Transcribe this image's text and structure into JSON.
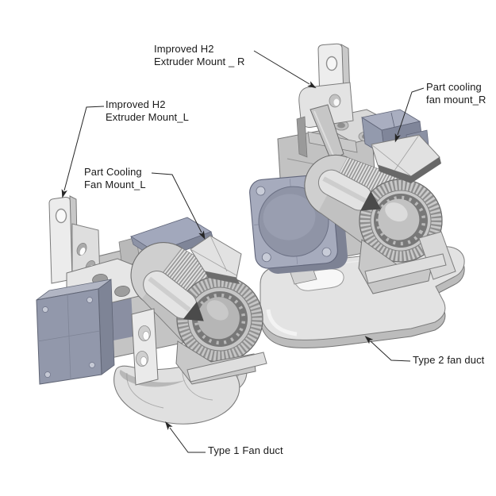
{
  "labels": {
    "extruder_mount_r": {
      "text": "Improved H2\nExtruder Mount _ R"
    },
    "fan_mount_r": {
      "text": "Part cooling\nfan mount_R"
    },
    "extruder_mount_l": {
      "text": "Improved H2\nExtruder Mount_L"
    },
    "fan_mount_l": {
      "text": "Part Cooling\nFan Mount_L"
    },
    "type2_fan_duct": {
      "text": "Type 2 fan duct"
    },
    "type1_fan_duct": {
      "text": "Type 1 Fan duct"
    }
  },
  "colors": {
    "background": "#ffffff",
    "text": "#1a1a1a",
    "leader-line": "#262626",
    "metal-light": "#ececec",
    "metal-mid": "#cfcfcf",
    "metal-dark": "#9c9c9c",
    "edge": "#6e6e6e",
    "blue-gray-light": "#b2b6c4",
    "blue-gray": "#9298ab",
    "blue-gray-dark": "#7e8496",
    "opening-dark": "#787878"
  }
}
